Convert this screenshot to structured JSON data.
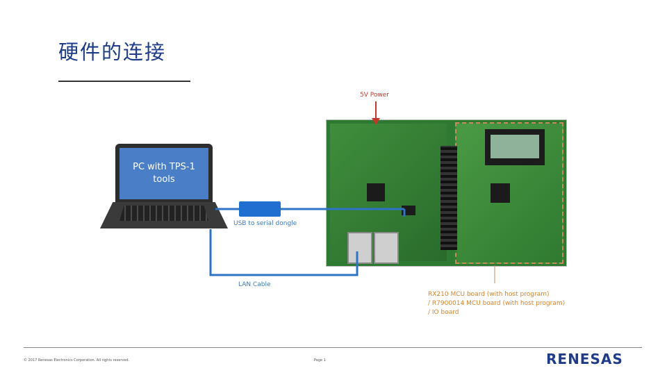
{
  "slide": {
    "title": "硬件的连接",
    "laptop_text": "PC with TPS-1 tools",
    "power_label": "5V Power",
    "usb_label": "USB to serial dongle",
    "lan_label": "LAN Cable",
    "board_label_lines": [
      "RX210 MCU board (with host program)",
      "/ R7900014 MCU board (with host program)",
      "/ IO board"
    ],
    "footer_copyright": "© 2017 Renesas Electronics Corporation. All rights reserved.",
    "footer_page": "Page 1",
    "logo_text": "RENESAS"
  },
  "colors": {
    "title": "#1f3c88",
    "wire": "#2e73c5",
    "power_arrow": "#c0392b",
    "board_outline": "#c98a5a"
  }
}
